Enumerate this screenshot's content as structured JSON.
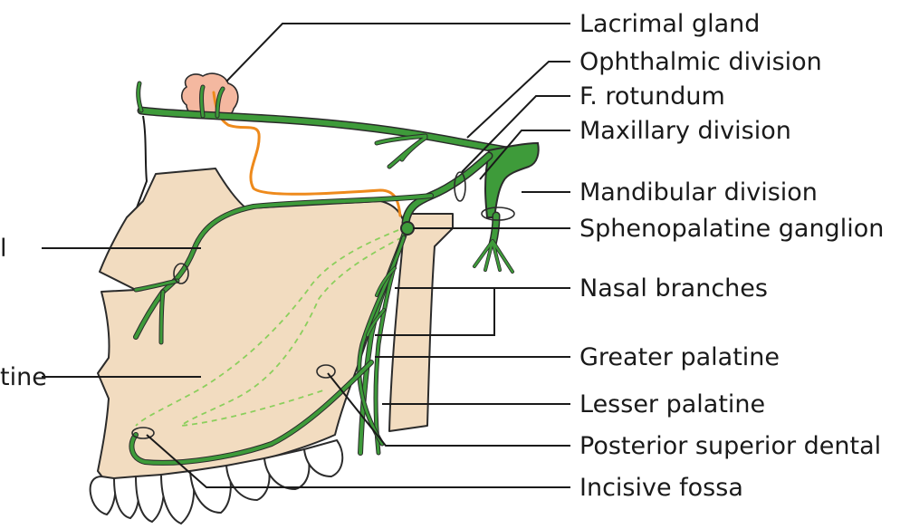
{
  "labels": {
    "lacrimal_gland": "Lacrimal gland",
    "ophthalmic_division": "Ophthalmic division",
    "f_rotundum": "F. rotundum",
    "maxillary_division": "Maxillary division",
    "mandibular_division": "Mandibular division",
    "sphenopalatine_ganglion": "Sphenopalatine ganglion",
    "nasal_branches": "Nasal branches",
    "greater_palatine": "Greater palatine",
    "lesser_palatine": "Lesser palatine",
    "posterior_superior_dental": "Posterior superior dental",
    "incisive_fossa": "Incisive fossa",
    "left_partial_1": "l",
    "left_partial_2": "tine"
  },
  "colors": {
    "nerve": "#3e9b3a",
    "bone": "#f2dcc0",
    "gland": "#f4b8a0",
    "communicating_branch": "#ee8a1c",
    "dashed_path": "#8ccf5d"
  }
}
